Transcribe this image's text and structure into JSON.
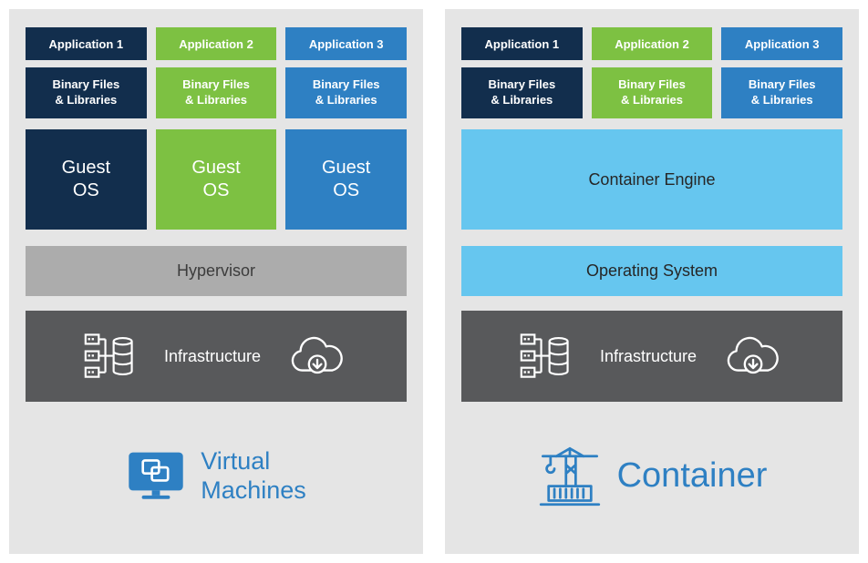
{
  "colors": {
    "navy": "#122e4d",
    "green": "#7dc142",
    "blue": "#2e80c3",
    "lightblue": "#66c6ef",
    "gray": "#acacac",
    "darkgray": "#58595b",
    "panel": "#e5e5e5",
    "label": "#2e80c3"
  },
  "icons": {
    "infrastructure": "server-rack-database-icon",
    "cloud": "cloud-download-icon",
    "vm": "virtual-machine-monitor-icon",
    "container": "container-crane-icon"
  },
  "vm": {
    "apps": [
      "Application 1",
      "Application 2",
      "Application 3"
    ],
    "bin_label": "Binary Files\n& Libraries",
    "guest_os": "Guest\nOS",
    "hypervisor": "Hypervisor",
    "infrastructure": "Infrastructure",
    "label": "Virtual\nMachines"
  },
  "container": {
    "apps": [
      "Application 1",
      "Application 2",
      "Application 3"
    ],
    "bin_label": "Binary Files\n& Libraries",
    "engine": "Container Engine",
    "os": "Operating System",
    "infrastructure": "Infrastructure",
    "label": "Container"
  }
}
